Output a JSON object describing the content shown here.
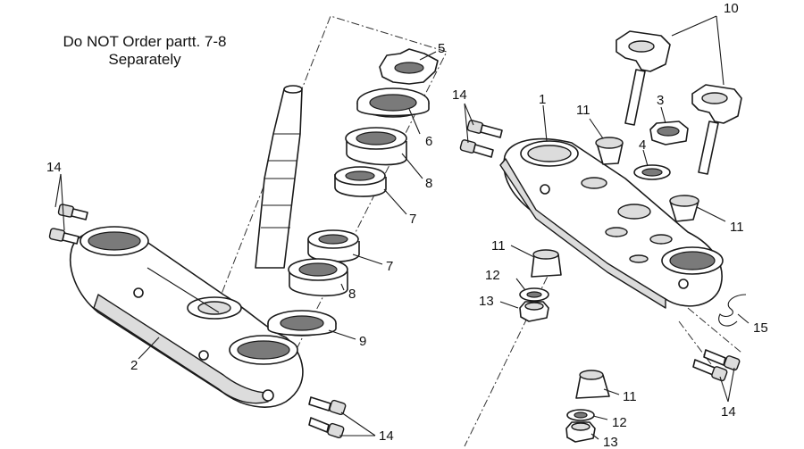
{
  "note": {
    "line1": "Do NOT Order partt. 7-8",
    "line2": "Separately"
  },
  "callouts": {
    "c1": "1",
    "c2": "2",
    "c3": "3",
    "c4": "4",
    "c5": "5",
    "c6": "6",
    "c7a": "7",
    "c7b": "7",
    "c8a": "8",
    "c8b": "8",
    "c9": "9",
    "c10": "10",
    "c11a": "11",
    "c11b": "11",
    "c11c": "11",
    "c11d": "11",
    "c12a": "12",
    "c12b": "12",
    "c13a": "13",
    "c13b": "13",
    "c14a": "14",
    "c14b": "14",
    "c14c": "14",
    "c14d": "14",
    "c15": "15"
  }
}
